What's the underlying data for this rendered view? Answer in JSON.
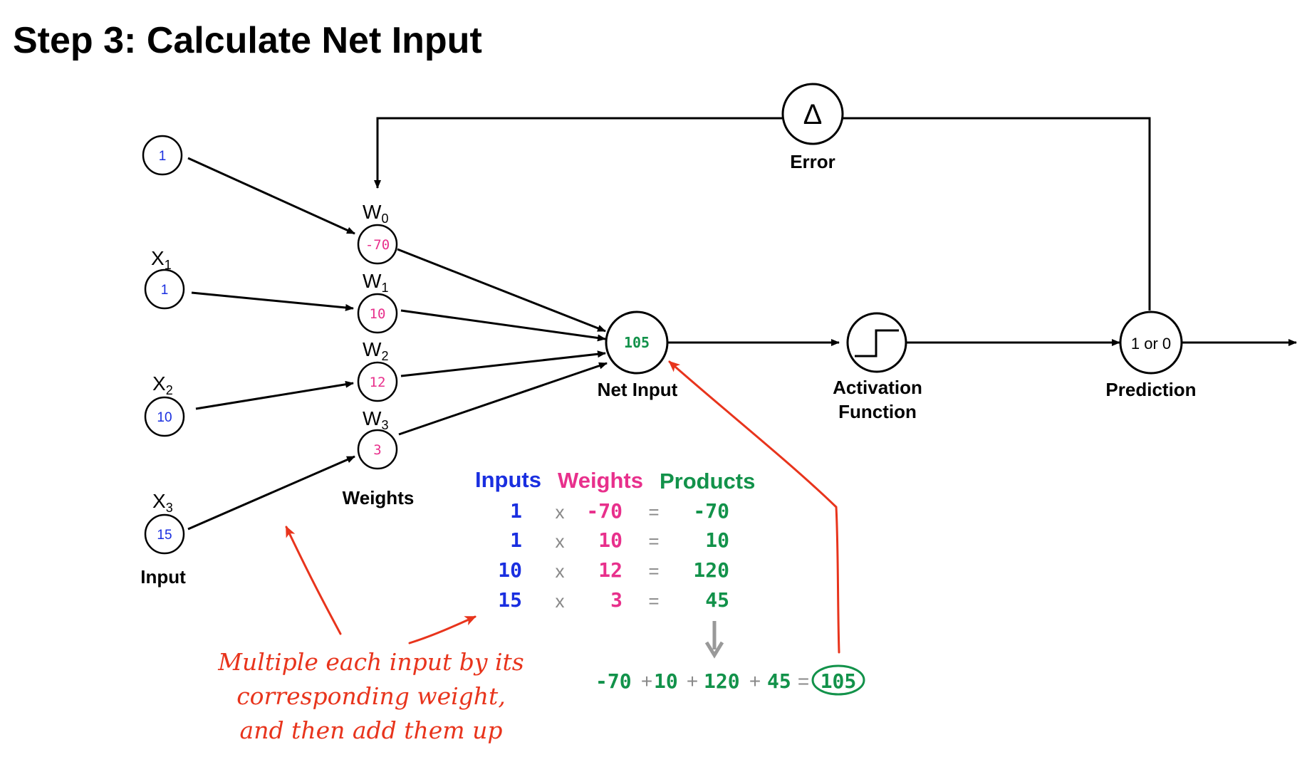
{
  "title": "Step 3: Calculate Net Input",
  "inputs": {
    "caption": "Input",
    "nodes": [
      {
        "label": "",
        "sub": "",
        "value": "1"
      },
      {
        "label": "X",
        "sub": "1",
        "value": "1"
      },
      {
        "label": "X",
        "sub": "2",
        "value": "10"
      },
      {
        "label": "X",
        "sub": "3",
        "value": "15"
      }
    ]
  },
  "weights": {
    "caption": "Weights",
    "nodes": [
      {
        "label": "W",
        "sub": "0",
        "value": "-70"
      },
      {
        "label": "W",
        "sub": "1",
        "value": "10"
      },
      {
        "label": "W",
        "sub": "2",
        "value": "12"
      },
      {
        "label": "W",
        "sub": "3",
        "value": "3"
      }
    ]
  },
  "net_input": {
    "value": "105",
    "label": "Net Input"
  },
  "activation": {
    "label_line1": "Activation",
    "label_line2": "Function"
  },
  "prediction": {
    "value": "1 or 0",
    "label": "Prediction"
  },
  "error": {
    "label": "Error",
    "symbol": "Δ"
  },
  "table": {
    "headers": {
      "inputs": "Inputs",
      "weights": "Weights",
      "products": "Products"
    },
    "times": "x",
    "equals": "=",
    "rows": [
      {
        "input": "1",
        "weight": "-70",
        "product": "-70"
      },
      {
        "input": "1",
        "weight": "10",
        "product": "10"
      },
      {
        "input": "10",
        "weight": "12",
        "product": "120"
      },
      {
        "input": "15",
        "weight": "3",
        "product": "45"
      }
    ]
  },
  "sum": {
    "terms": [
      "-70",
      "10",
      "120",
      "45"
    ],
    "plus": "+",
    "equals": "=",
    "result": "105"
  },
  "annotation": {
    "lines": [
      "Multiple each input by its",
      "corresponding weight,",
      "and then add them up"
    ]
  },
  "colors": {
    "input": "#1a2fe0",
    "weight": "#e8308c",
    "product": "#12924a",
    "annotation": "#e8341c",
    "line": "#000000",
    "operator": "#888888"
  }
}
